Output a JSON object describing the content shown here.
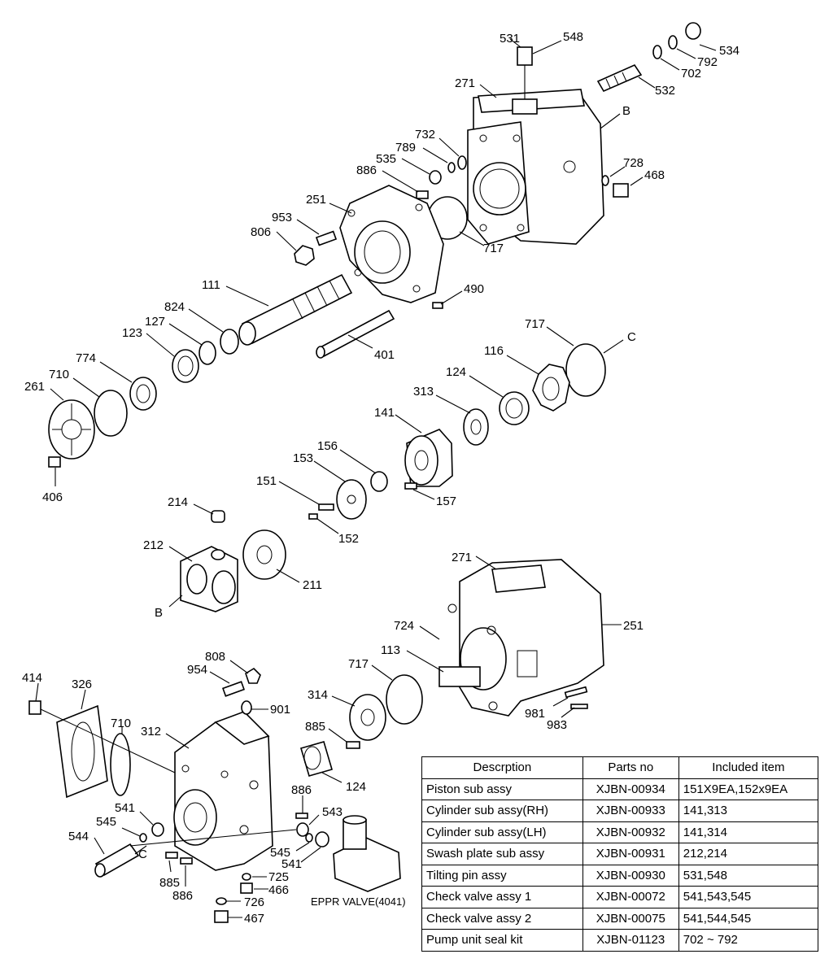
{
  "labels": {
    "l531": "531",
    "l548": "548",
    "l534": "534",
    "l792": "792",
    "l702": "702",
    "l532": "532",
    "l271a": "271",
    "lBa": "B",
    "l732": "732",
    "l789": "789",
    "l535": "535",
    "l886a": "886",
    "l728": "728",
    "l468": "468",
    "l251a": "251",
    "l953": "953",
    "l806": "806",
    "l717a": "717",
    "l490": "490",
    "l111": "111",
    "l824": "824",
    "l127": "127",
    "l123": "123",
    "l774": "774",
    "l710a": "710",
    "l261": "261",
    "l401": "401",
    "l717b": "717",
    "lCa": "C",
    "l116": "116",
    "l124a": "124",
    "l313": "313",
    "l141": "141",
    "l156": "156",
    "l153": "153",
    "l151": "151",
    "l157": "157",
    "l152": "152",
    "l406": "406",
    "l214": "214",
    "l212": "212",
    "l211": "211",
    "lBb": "B",
    "l271b": "271",
    "l251b": "251",
    "l724": "724",
    "l113": "113",
    "l717c": "717",
    "l808": "808",
    "l954": "954",
    "l901": "901",
    "l414": "414",
    "l326": "326",
    "l710b": "710",
    "l312": "312",
    "l314": "314",
    "l885a": "885",
    "l981": "981",
    "l983": "983",
    "l124b": "124",
    "l886b": "886",
    "l541a": "541",
    "l543": "543",
    "l545a": "545",
    "l544": "544",
    "lCb": "C",
    "l545b": "545",
    "l541b": "541",
    "l725": "725",
    "l466": "466",
    "l885b": "885",
    "l886c": "886",
    "l726": "726",
    "l467": "467"
  },
  "eppr_label": "EPPR VALVE(4041)",
  "table": {
    "headers": [
      "Descrption",
      "Parts no",
      "Included item"
    ],
    "rows": [
      [
        "Piston sub assy",
        "XJBN-00934",
        "151X9EA,152x9EA"
      ],
      [
        "Cylinder sub assy(RH)",
        "XJBN-00933",
        "141,313"
      ],
      [
        "Cylinder sub assy(LH)",
        "XJBN-00932",
        "141,314"
      ],
      [
        "Swash plate sub assy",
        "XJBN-00931",
        "212,214"
      ],
      [
        "Tilting pin assy",
        "XJBN-00930",
        "531,548"
      ],
      [
        "Check valve assy 1",
        "XJBN-00072",
        "541,543,545"
      ],
      [
        "Check valve assy 2",
        "XJBN-00075",
        "541,544,545"
      ],
      [
        "Pump unit seal kit",
        "XJBN-01123",
        "702 ~ 792"
      ]
    ]
  }
}
